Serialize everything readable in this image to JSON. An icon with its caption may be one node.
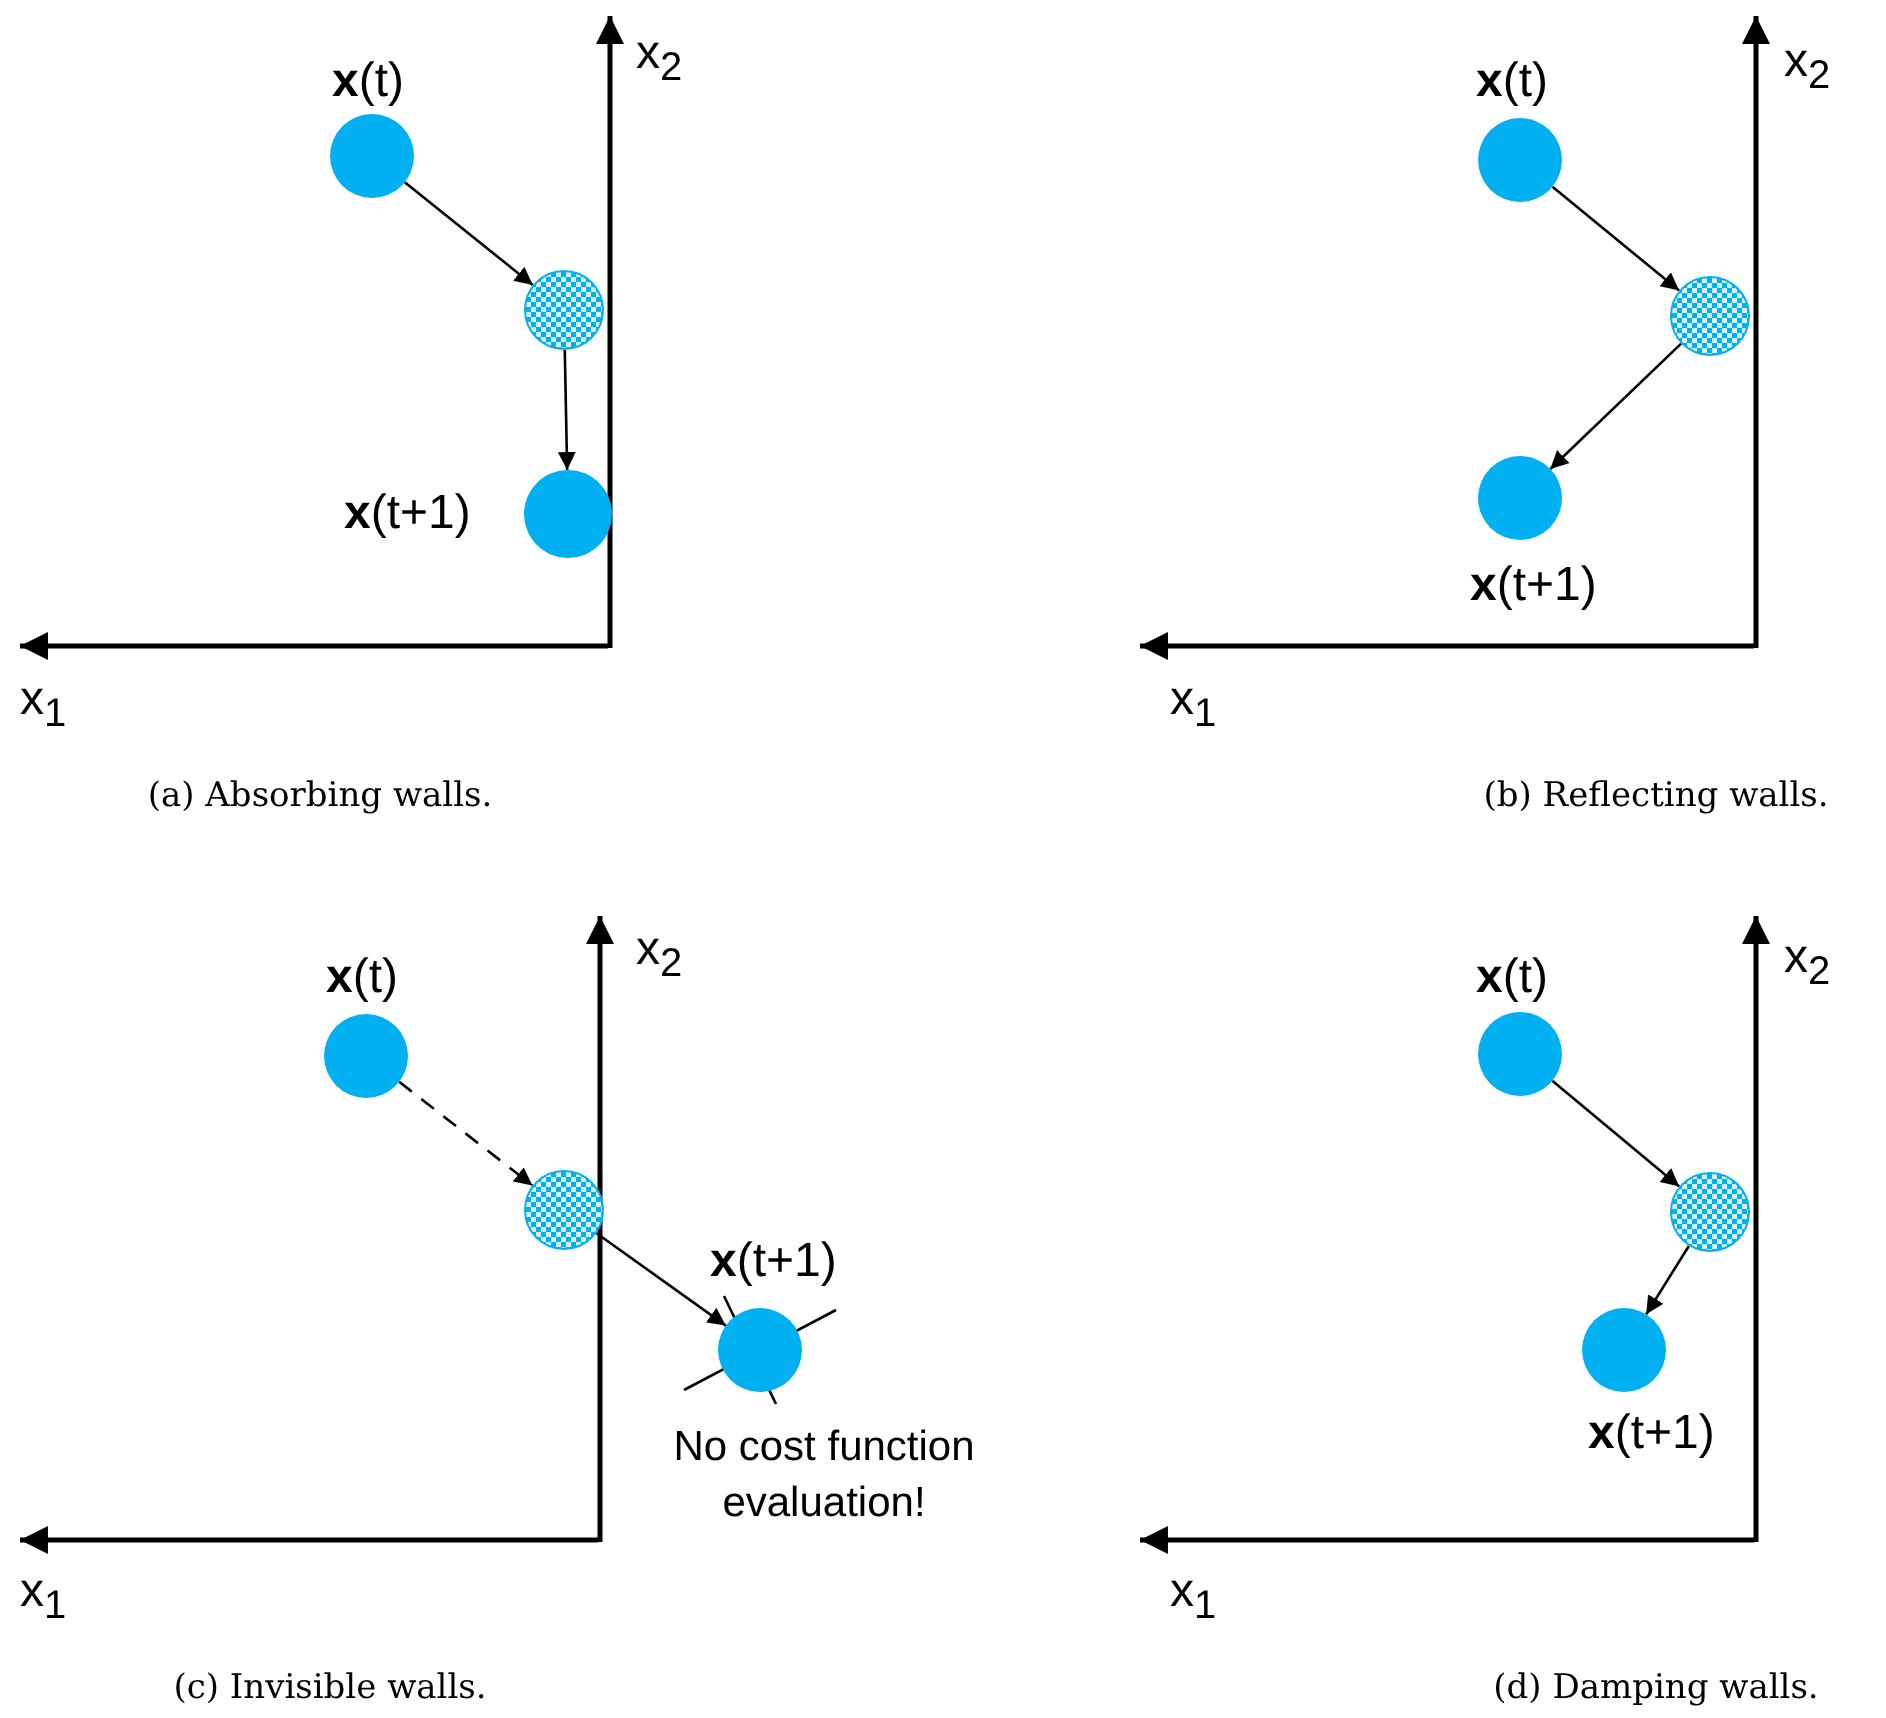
{
  "diagram": {
    "nodes": [
      {
        "text": [],
        "shape": "circle",
        "beside": [
          "**x**(t)"
        ]
      },
      {
        "text": [],
        "shape": "circle"
      },
      {
        "text": [],
        "shape": "circle",
        "beside": [
          "**x**(t+1)"
        ]
      },
      {
        "text": [],
        "shape": "circle",
        "beside": [
          "**x**(t)"
        ]
      },
      {
        "text": [],
        "shape": "circle"
      },
      {
        "text": [],
        "shape": "circle",
        "beside": [
          "**x**(t+1)"
        ]
      },
      {
        "text": [],
        "shape": "circle",
        "beside": [
          "**x**(t)"
        ]
      },
      {
        "text": [],
        "shape": "circle"
      },
      {
        "text": [],
        "shape": "circle",
        "beside": [
          "**x**(t+1)"
        ]
      },
      {
        "text": [],
        "shape": "circle",
        "beside": [
          "**x**(t)"
        ]
      },
      {
        "text": [],
        "shape": "circle"
      },
      {
        "text": [],
        "shape": "circle",
        "beside": [
          "**x**(t+1)"
        ]
      }
    ],
    "edges": [
      {
        "from": 0,
        "to": 1,
        "arrow": "to"
      },
      {
        "from": 1,
        "to": 2,
        "arrow": "to"
      },
      {
        "from": 3,
        "to": 4,
        "arrow": "to"
      },
      {
        "from": 4,
        "to": 5,
        "arrow": "to"
      },
      {
        "from": 6,
        "to": 7,
        "arrow": "to",
        "style": "dashed"
      },
      {
        "from": 7,
        "to": 8,
        "arrow": "to"
      },
      {
        "from": 9,
        "to": 10,
        "arrow": "to"
      },
      {
        "from": 10,
        "to": 11,
        "arrow": "to"
      }
    ],
    "labels": [
      "x$_{2}$",
      "x$_{1}$",
      "x$_{2}$",
      "x$_{1}$",
      "(a) Absorbing walls.",
      "(b) Reflecting walls.",
      "x$_{2}$",
      "x$_{1}$",
      "No cost function evaluation!",
      "x$_{2}$",
      "x$_{1}$",
      "(c) Invisible walls.",
      "(d) Damping walls."
    ]
  }
}
